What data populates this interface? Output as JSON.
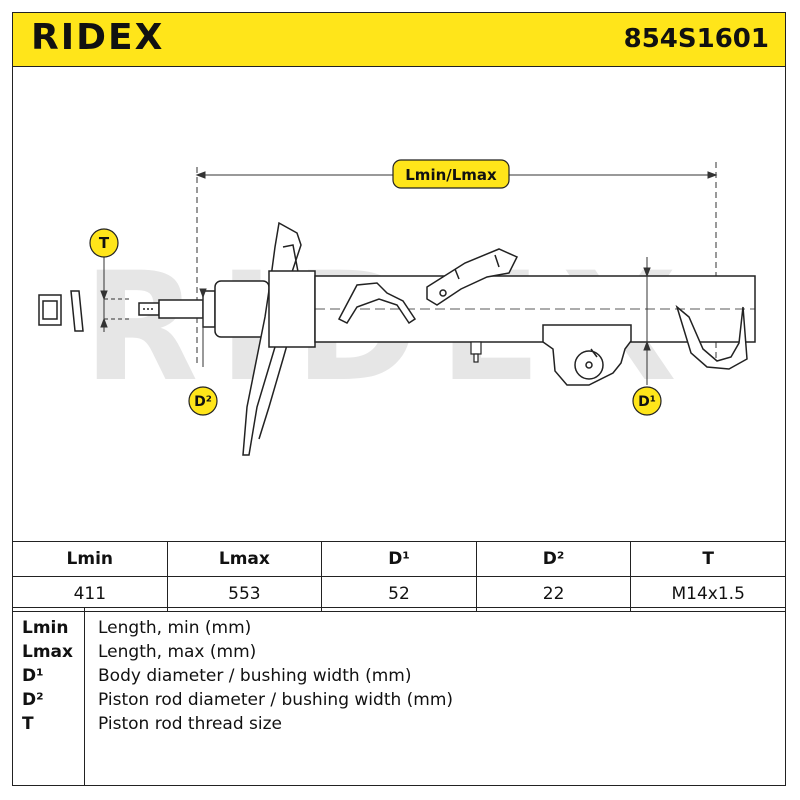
{
  "header": {
    "brand": "RIDEX",
    "part_number": "854S1601",
    "background": "#ffe51a"
  },
  "diagram": {
    "dimension_labels": {
      "length": "Lmin/Lmax",
      "thread": "T",
      "rod_diameter": "D²",
      "body_diameter": "D¹"
    },
    "watermark": "RIDEX",
    "accent_color": "#ffe51a"
  },
  "specs": {
    "headers": [
      "Lmin",
      "Lmax",
      "D¹",
      "D²",
      "T"
    ],
    "values": [
      "411",
      "553",
      "52",
      "22",
      "M14x1.5"
    ]
  },
  "legend": [
    {
      "abbr": "Lmin",
      "desc": "Length, min (mm)"
    },
    {
      "abbr": "Lmax",
      "desc": "Length, max (mm)"
    },
    {
      "abbr": "D¹",
      "desc": "Body diameter / bushing width (mm)"
    },
    {
      "abbr": "D²",
      "desc": "Piston rod diameter / bushing width (mm)"
    },
    {
      "abbr": "T",
      "desc": "Piston rod thread size"
    }
  ]
}
